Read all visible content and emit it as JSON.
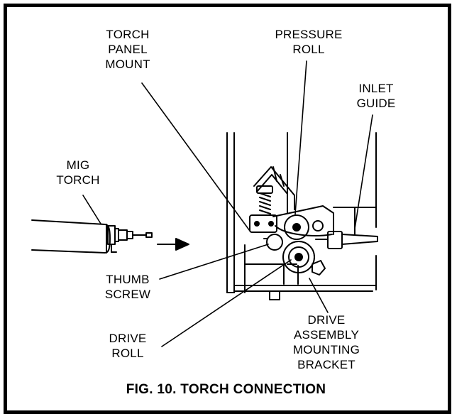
{
  "figure": {
    "caption": "FIG. 10. TORCH CONNECTION",
    "labels": {
      "torch_panel_mount": [
        "TORCH",
        "PANEL",
        "MOUNT"
      ],
      "pressure_roll": [
        "PRESSURE",
        "ROLL"
      ],
      "inlet_guide": [
        "INLET",
        "GUIDE"
      ],
      "mig_torch": [
        "MIG",
        "TORCH"
      ],
      "thumb_screw": [
        "THUMB",
        "SCREW"
      ],
      "drive_roll": [
        "DRIVE",
        "ROLL"
      ],
      "drive_assembly_mounting_bracket": [
        "DRIVE",
        "ASSEMBLY",
        "MOUNTING",
        "BRACKET"
      ]
    }
  }
}
